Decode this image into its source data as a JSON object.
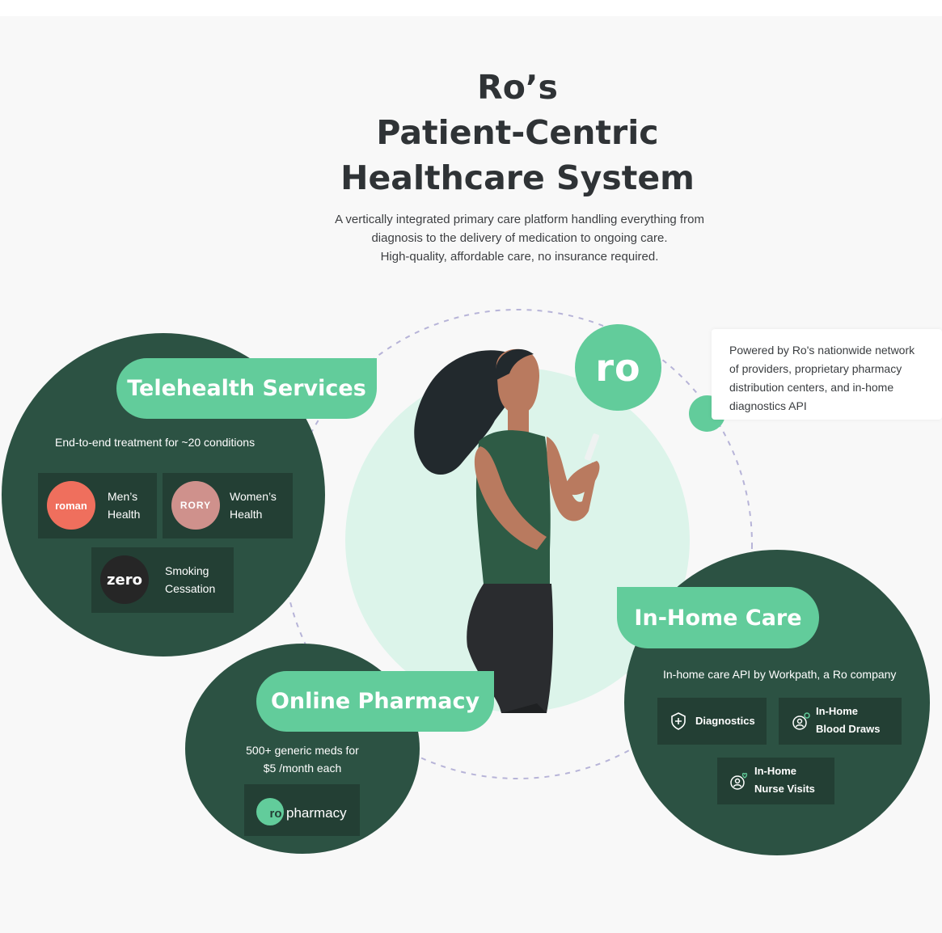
{
  "title": {
    "line1": "Ro’s",
    "line2": "Patient-Centric",
    "line3": "Healthcare System"
  },
  "subtitle": {
    "line1": "A vertically integrated primary care platform handling everything from",
    "line2": "diagnosis to the delivery of medication to ongoing care.",
    "line3": "High-quality, affordable care, no insurance required."
  },
  "center": {
    "logo": "ro"
  },
  "info": {
    "line1": "Powered by Ro's nationwide network",
    "line2": "of providers, proprietary pharmacy",
    "line3": "distribution centers, and in-home",
    "line4": "diagnostics API"
  },
  "telehealth": {
    "title": "Telehealth Services",
    "description": "End-to-end treatment for ~20 conditions",
    "brands": [
      {
        "logo": "roman",
        "label1": "Men’s",
        "label2": "Health",
        "color": "#ef6f5d"
      },
      {
        "logo": "RORY",
        "label1": "Women’s",
        "label2": "Health",
        "color": "#cf918c"
      },
      {
        "logo": "zero",
        "label1": "Smoking",
        "label2": "Cessation",
        "color": "#262626"
      }
    ]
  },
  "pharmacy": {
    "title": "Online Pharmacy",
    "line1": "500+ generic meds for",
    "line2": "$5 /month each",
    "logo_ro": "ro",
    "logo_text": "pharmacy"
  },
  "inhome": {
    "title": "In-Home Care",
    "description": "In-home care API by Workpath, a Ro company",
    "services": [
      {
        "label1": "Diagnostics",
        "label2": "",
        "icon": "shield-plus-icon"
      },
      {
        "label1": "In-Home",
        "label2": "Blood Draws",
        "icon": "blood-draw-icon"
      },
      {
        "label1": "In-Home",
        "label2": "Nurse Visits",
        "icon": "nurse-visit-icon"
      }
    ]
  },
  "colors": {
    "background": "#f8f8f8",
    "dark_green": "#2c5243",
    "card_green": "#233f34",
    "accent_green": "#62cc9b",
    "mint": "#dcf4ea"
  }
}
